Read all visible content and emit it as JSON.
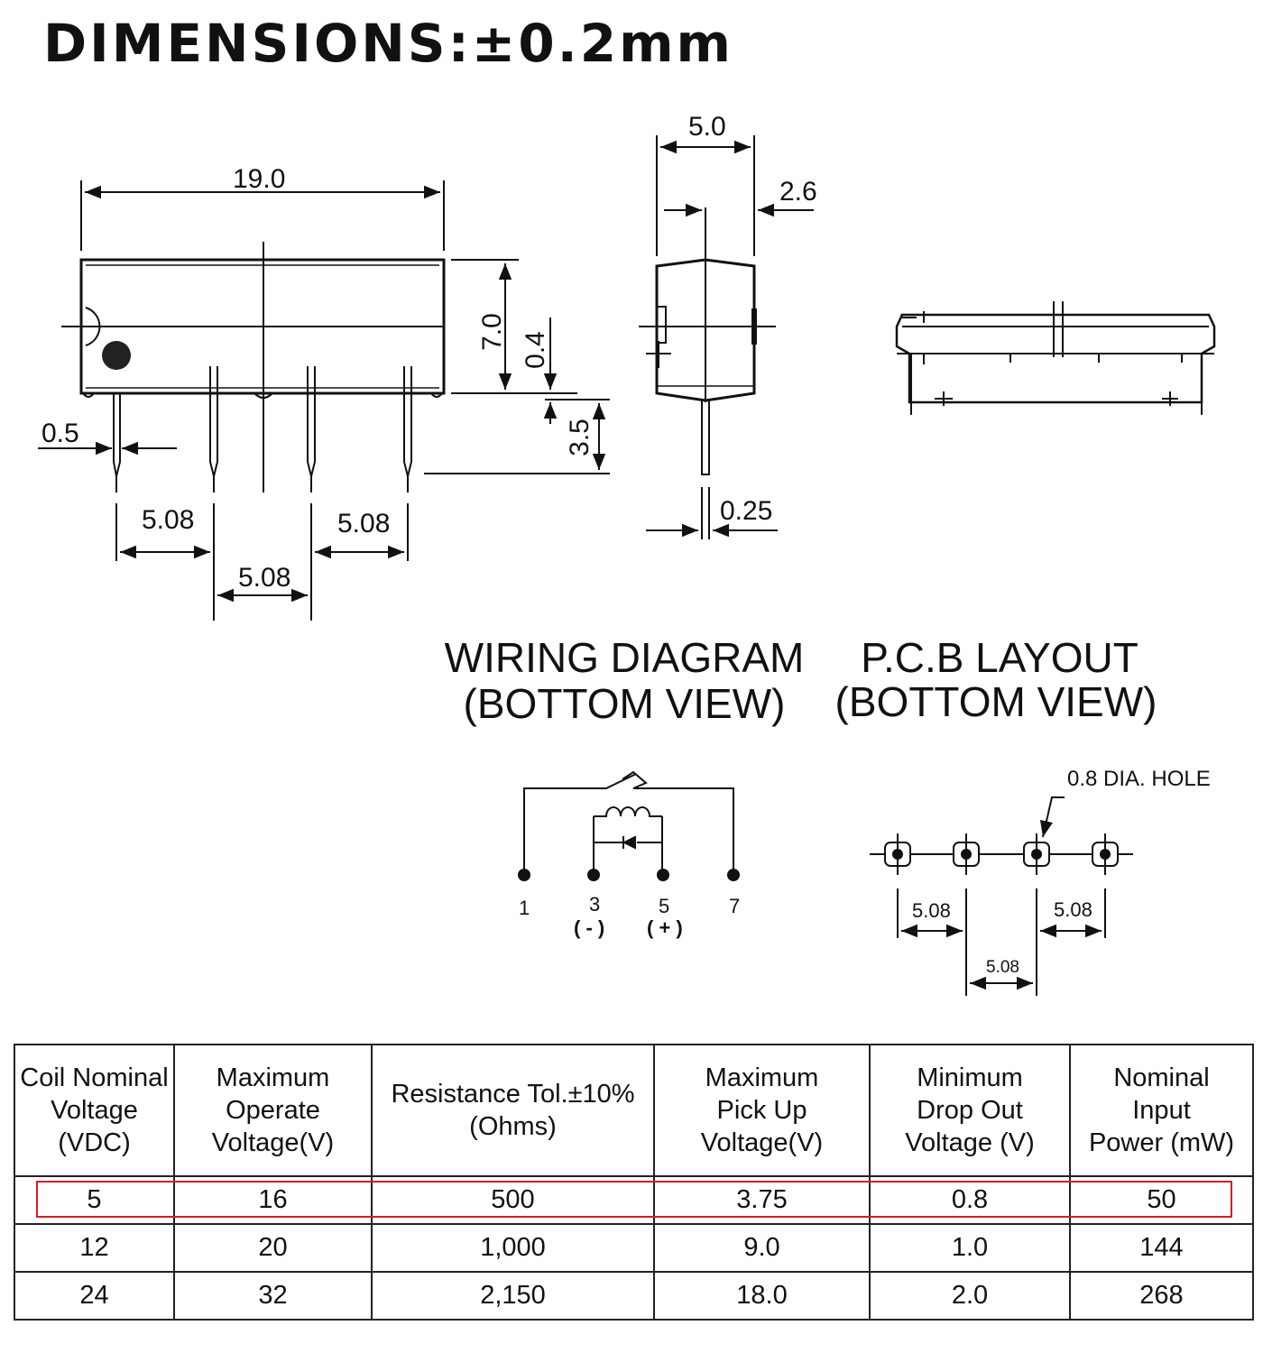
{
  "title": "DIMENSIONS:±0.2mm",
  "front_view": {
    "length": "19.0",
    "height": "7.0",
    "standoff": "0.4",
    "pin_length": "3.5",
    "pin_width": "0.5",
    "pitch_left": "5.08",
    "pitch_middle": "5.08",
    "pitch_right": "5.08"
  },
  "side_view": {
    "width": "5.0",
    "pin_offset": "2.6",
    "pin_thickness": "0.25"
  },
  "wiring_diagram": {
    "title": "WIRING DIAGRAM",
    "subtitle": "(BOTTOM VIEW)",
    "pins": [
      "1",
      "3",
      "5",
      "7"
    ],
    "polarity_minus": "( - )",
    "polarity_plus": "( + )"
  },
  "pcb_layout": {
    "title": "P.C.B LAYOUT",
    "subtitle": "(BOTTOM VIEW)",
    "hole_label": "0.8 DIA. HOLE",
    "pitch_left": "5.08",
    "pitch_right": "5.08",
    "pitch_middle": "5.08"
  },
  "table": {
    "headers": [
      [
        "Coil Nominal",
        "Voltage",
        "(VDC)"
      ],
      [
        "Maximum",
        "Operate",
        "Voltage(V)"
      ],
      [
        "Resistance Tol.±10%",
        "(Ohms)"
      ],
      [
        "Maximum",
        "Pick Up",
        "Voltage(V)"
      ],
      [
        "Minimum",
        "Drop Out",
        "Voltage (V)"
      ],
      [
        "Nominal",
        "Input",
        "Power (mW)"
      ]
    ],
    "rows": [
      [
        "5",
        "16",
        "500",
        "3.75",
        "0.8",
        "50"
      ],
      [
        "12",
        "20",
        "1,000",
        "9.0",
        "1.0",
        "144"
      ],
      [
        "24",
        "32",
        "2,150",
        "18.0",
        "2.0",
        "268"
      ]
    ],
    "highlighted_row": 0,
    "highlight_color": "#d41e26"
  }
}
